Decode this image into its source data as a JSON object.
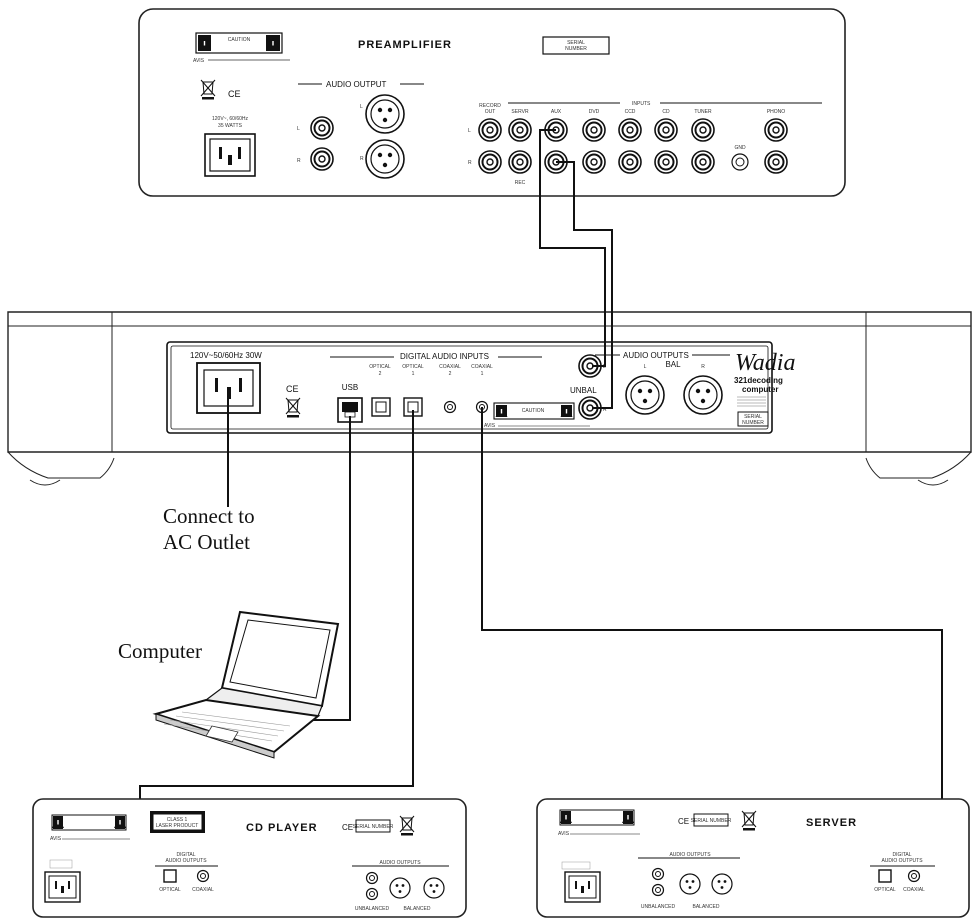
{
  "preamp": {
    "title": "PREAMPLIFIER",
    "caution": "CAUTION",
    "avis": "AVIS",
    "serial": [
      "SERIAL",
      "NUMBER"
    ],
    "power": [
      "120V~, 60/60Hz",
      "35 WATTS"
    ],
    "ce": "CE",
    "audio_output": "AUDIO OUTPUT",
    "inputs": "INPUTS",
    "record_out": [
      "RECORD",
      "OUT"
    ],
    "input_names": [
      "SERVR",
      "AUX",
      "DVD",
      "CCD",
      "CD",
      "TUNER",
      "PHONO"
    ],
    "rec": "REC",
    "gnd": "GND",
    "left": "L",
    "right": "R"
  },
  "dac": {
    "power": "120V~50/60Hz 30W",
    "ce": "CE",
    "digital_inputs": "DIGITAL AUDIO INPUTS",
    "usb": "USB",
    "optical2": [
      "OPTICAL",
      "2"
    ],
    "optical1": [
      "OPTICAL",
      "1"
    ],
    "coax2": [
      "COAXIAL",
      "2"
    ],
    "coax1": [
      "COAXIAL",
      "1"
    ],
    "avis": "AVIS",
    "caution": "CAUTION",
    "audio_outputs": "AUDIO OUTPUTS",
    "bal": "BAL",
    "unbal": "UNBAL",
    "left": "L",
    "right": "R",
    "brand": "Wadia",
    "model": [
      "321decoding",
      "computer"
    ],
    "serial": [
      "SERIAL",
      "NUMBER"
    ]
  },
  "labels": {
    "ac": [
      "Connect to",
      "AC Outlet"
    ],
    "computer": "Computer"
  },
  "cd": {
    "title": "CD PLAYER",
    "class1": [
      "CLASS 1",
      "LASER PRODUCT"
    ],
    "ce": "CE",
    "serial": "SERIAL NUMBER",
    "digital": [
      "DIGITAL",
      "AUDIO OUTPUTS"
    ],
    "optical": "OPTICAL",
    "coaxial": "COAXIAL",
    "audio_outputs": "AUDIO OUTPUTS",
    "unbalanced": "UNBALANCED",
    "balanced": "BALANCED",
    "avis": "AVIS"
  },
  "server": {
    "title": "SERVER",
    "ce": "CE",
    "serial": "SERIAL NUMBER",
    "audio_outputs": "AUDIO OUTPUTS",
    "unbalanced": "UNBALANCED",
    "balanced": "BALANCED",
    "digital": [
      "DIGITAL",
      "AUDIO OUTPUTS"
    ],
    "optical": "OPTICAL",
    "coaxial": "COAXIAL",
    "avis": "AVIS"
  }
}
